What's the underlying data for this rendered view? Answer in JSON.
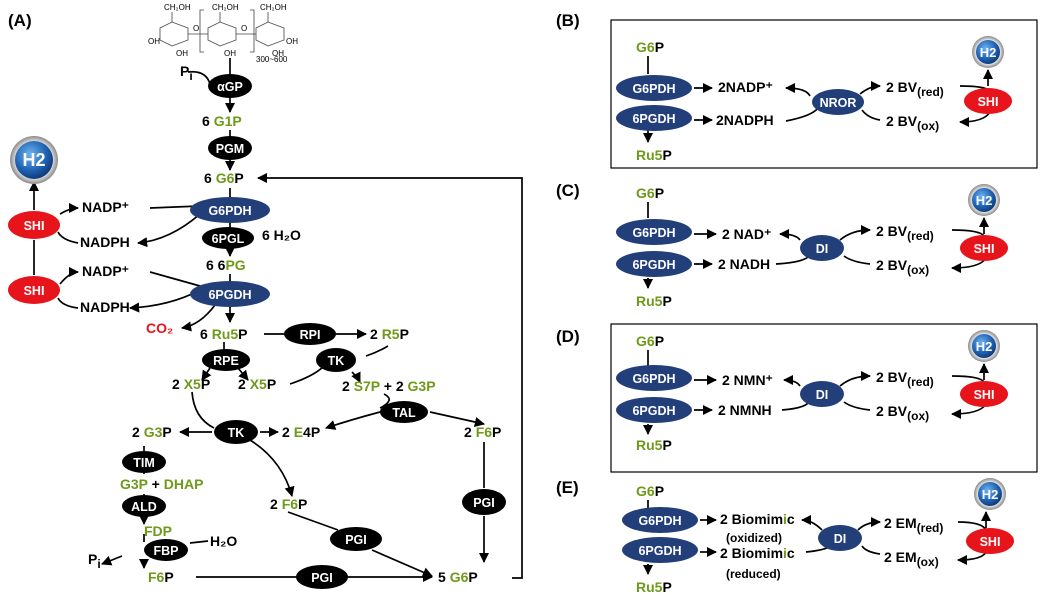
{
  "panels": {
    "a": "(A)",
    "b": "(B)",
    "c": "(C)",
    "d": "(D)",
    "e": "(E)"
  },
  "enzymes": {
    "agp": "αGP",
    "pgm": "PGM",
    "g6pdh": "G6PDH",
    "pgl": "6PGL",
    "pgdh": "6PGDH",
    "rpi": "RPI",
    "rpe": "RPE",
    "tk": "TK",
    "tal": "TAL",
    "tim": "TIM",
    "ald": "ALD",
    "fbp": "FBP",
    "pgi": "PGI",
    "shi": "SHI",
    "nror": "NROR",
    "di": "DI",
    "h2": "H2"
  },
  "a": {
    "pi": "P",
    "pi_sub": "i",
    "g1p": [
      "6 ",
      "G1P"
    ],
    "g6p": [
      "6 ",
      "G6",
      "P"
    ],
    "nadp": "NADP⁺",
    "nadph": "NADPH",
    "water": "6 H₂O",
    "pg": [
      "6 6",
      "PG"
    ],
    "co2": "CO₂",
    "ru5p": [
      "6 ",
      "Ru5",
      "P"
    ],
    "r5p": [
      "2 ",
      "R5",
      "P"
    ],
    "x5p_left": [
      "2 ",
      "X5",
      "P"
    ],
    "x5p_right": [
      "2 ",
      "X5",
      "P"
    ],
    "s7p": [
      "2 ",
      "S7P",
      " + 2 ",
      "G3P"
    ],
    "g3p": [
      "2 ",
      "G3",
      "P"
    ],
    "e4p": [
      "2 ",
      "E",
      "4P"
    ],
    "f6p_right": [
      "2 ",
      "F6",
      "P"
    ],
    "g3p_dhap": [
      "G3P",
      " + ",
      "DHAP"
    ],
    "f6p_mid": [
      "2 ",
      "F6",
      "P"
    ],
    "fdp": "FDP",
    "h2o": "H₂O",
    "f6p_bottom": [
      "F6",
      "P"
    ],
    "g6p_bottom": [
      "5 ",
      "G6",
      "P"
    ],
    "struct_range": "300~600",
    "oh": "OH",
    "ch2oh": "CH₂OH",
    "o": "O"
  },
  "b": {
    "g6p": [
      "G6",
      "P"
    ],
    "ru5p": [
      "Ru5",
      "P"
    ],
    "cof_ox": "2NADP⁺",
    "cof_red": "2NADPH",
    "bv_red": [
      "2 BV",
      "(red)"
    ],
    "bv_ox": [
      "2 BV",
      "(ox)"
    ]
  },
  "c": {
    "g6p": [
      "G6",
      "P"
    ],
    "ru5p": [
      "Ru5",
      "P"
    ],
    "cof_ox": "2 NAD⁺",
    "cof_red": "2 NADH",
    "bv_red": [
      "2 BV",
      "(red)"
    ],
    "bv_ox": [
      "2 BV",
      "(ox)"
    ]
  },
  "d": {
    "g6p": [
      "G6",
      "P"
    ],
    "ru5p": [
      "Ru5",
      "P"
    ],
    "cof_ox": "2 NMN⁺",
    "cof_red": "2 NMNH",
    "bv_red": [
      "2 BV",
      "(red)"
    ],
    "bv_ox": [
      "2 BV",
      "(ox)"
    ]
  },
  "e": {
    "g6p": [
      "G6",
      "P"
    ],
    "ru5p": [
      "Ru5",
      "P"
    ],
    "bio_ox": [
      "2 Biomim",
      "i",
      "c"
    ],
    "bio_ox_note": "(oxidized)",
    "bio_red": [
      "2 Biomim",
      "i",
      "c"
    ],
    "bio_red_note": "(reduced)",
    "em_red": [
      "2 EM",
      "(red)"
    ],
    "em_ox": [
      "2 EM",
      "(ox)"
    ]
  }
}
